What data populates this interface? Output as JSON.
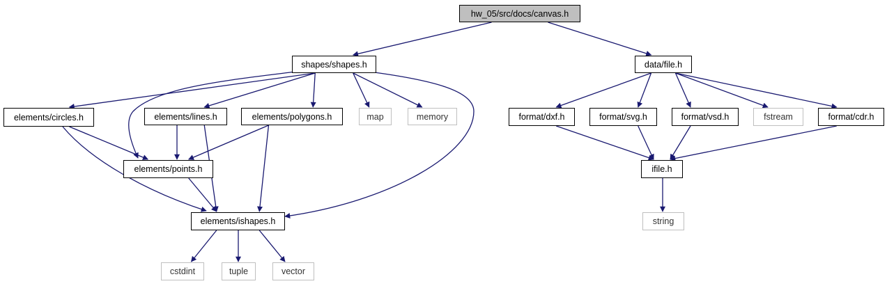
{
  "diagram": {
    "edge_color": "#191970",
    "nodes": {
      "canvas": {
        "label": "hw_05/src/docs/canvas.h",
        "kind": "root"
      },
      "shapes": {
        "label": "shapes/shapes.h",
        "kind": "file"
      },
      "file": {
        "label": "data/file.h",
        "kind": "file"
      },
      "circles": {
        "label": "elements/circles.h",
        "kind": "file"
      },
      "lines": {
        "label": "elements/lines.h",
        "kind": "file"
      },
      "polygons": {
        "label": "elements/polygons.h",
        "kind": "file"
      },
      "map": {
        "label": "map",
        "kind": "external"
      },
      "memory": {
        "label": "memory",
        "kind": "external"
      },
      "points": {
        "label": "elements/points.h",
        "kind": "file"
      },
      "ishapes": {
        "label": "elements/ishapes.h",
        "kind": "file"
      },
      "cstdint": {
        "label": "cstdint",
        "kind": "external"
      },
      "tuple": {
        "label": "tuple",
        "kind": "external"
      },
      "vector": {
        "label": "vector",
        "kind": "external"
      },
      "dxf": {
        "label": "format/dxf.h",
        "kind": "file"
      },
      "svg": {
        "label": "format/svg.h",
        "kind": "file"
      },
      "vsd": {
        "label": "format/vsd.h",
        "kind": "file"
      },
      "fstream": {
        "label": "fstream",
        "kind": "external"
      },
      "cdr": {
        "label": "format/cdr.h",
        "kind": "file"
      },
      "ifile": {
        "label": "ifile.h",
        "kind": "file"
      },
      "string": {
        "label": "string",
        "kind": "external"
      }
    },
    "edges": [
      [
        "canvas",
        "shapes"
      ],
      [
        "canvas",
        "file"
      ],
      [
        "shapes",
        "circles"
      ],
      [
        "shapes",
        "points"
      ],
      [
        "shapes",
        "lines"
      ],
      [
        "shapes",
        "polygons"
      ],
      [
        "shapes",
        "map"
      ],
      [
        "shapes",
        "memory"
      ],
      [
        "shapes",
        "ishapes"
      ],
      [
        "circles",
        "points"
      ],
      [
        "circles",
        "ishapes"
      ],
      [
        "lines",
        "points"
      ],
      [
        "lines",
        "ishapes"
      ],
      [
        "polygons",
        "points"
      ],
      [
        "polygons",
        "ishapes"
      ],
      [
        "points",
        "ishapes"
      ],
      [
        "ishapes",
        "cstdint"
      ],
      [
        "ishapes",
        "tuple"
      ],
      [
        "ishapes",
        "vector"
      ],
      [
        "file",
        "dxf"
      ],
      [
        "file",
        "svg"
      ],
      [
        "file",
        "vsd"
      ],
      [
        "file",
        "fstream"
      ],
      [
        "file",
        "cdr"
      ],
      [
        "dxf",
        "ifile"
      ],
      [
        "svg",
        "ifile"
      ],
      [
        "vsd",
        "ifile"
      ],
      [
        "cdr",
        "ifile"
      ],
      [
        "ifile",
        "string"
      ]
    ]
  }
}
